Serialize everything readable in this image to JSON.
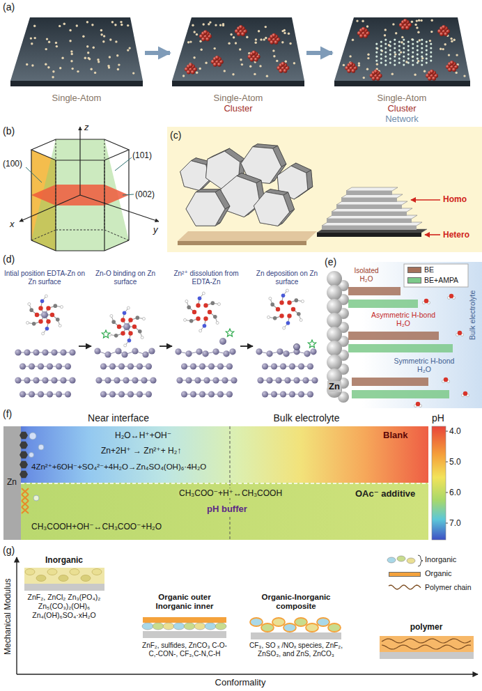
{
  "diagram": {
    "nodes": [
      {
        "text": [
          "Single-Atom"
        ]
      },
      {
        "text": [
          "Single-Atom",
          "Cluster"
        ]
      },
      {
        "text": [
          "Single-Atom",
          "Cluster",
          "Network"
        ]
      },
      {
        "text": [
          "Homo",
          "Hetero"
        ]
      },
      {
        "text": [
          "Intial position EDTA-Zn on Zn surface"
        ]
      },
      {
        "text": [
          "Zn-O binding on Zn surface"
        ]
      },
      {
        "text": [
          "Zn²⁺ dissolution from EDTA-Zn"
        ]
      },
      {
        "text": [
          "Zn deposition on Zn surface"
        ]
      },
      {
        "text": [
          "H₂O↔H⁺+OH⁻",
          "Zn+2H⁺ → Zn²⁺+ H₂↑",
          "4Zn²⁺+6OH⁻+SO₄²⁻+4H₂O→Zn₄SO₄(OH)₆·4H₂O",
          "Blank"
        ]
      },
      {
        "text": [
          "CH₃COO⁻+H⁺↔CH₃COOH",
          "pH buffer",
          "CH₃COOH+OH⁻↔CH₃COO⁻+H₂O",
          "OAc⁻ additive"
        ]
      }
    ],
    "edges": [
      {
        "from": 0,
        "to": 1,
        "arrow": "to"
      },
      {
        "from": 1,
        "to": 2,
        "arrow": "to"
      },
      {
        "from": 4,
        "to": 5,
        "arrow": "to"
      },
      {
        "from": 5,
        "to": 6,
        "arrow": "to"
      },
      {
        "from": 6,
        "to": 7,
        "arrow": "to"
      }
    ],
    "labels": [
      "(a)",
      "(b)",
      "z",
      "x",
      "y",
      "(100)",
      "(101)",
      "(002)",
      "(c)",
      "(d)",
      "(e)",
      "Isolated H₂O",
      "Asymmetric H-bond H₂O",
      "Symmetric H-bond H₂O",
      "Bulk electrolyte",
      "Zn",
      "(f)",
      "Near interface",
      "Bulk electrolyte",
      "pH",
      "4.0",
      "5.0",
      "6.0",
      "7.0",
      "Zn",
      "(g)",
      "Mechanical Modulus",
      "Conformality",
      "Inorganic",
      "ZnF₂, ZnCl₂ Zn₃(PO₄)₂ Zn₅(CO₃)₂(OH)₆ Zn₄(OH)₆SO₄·xH₂O",
      "Organic outer Inorganic inner",
      "ZnF₂, sulfides, ZnCO₃ C-O-C,-CON-, CF₃,C-N,C-H",
      "Organic-Inorganic composite",
      "CF₃, SO ₓ /NOₓ species, ZnF₂, ZnSO₃, and ZnS, ZnCO₃",
      "polymer"
    ],
    "legend": [
      {
        "text": "BE",
        "color": "#a5715a"
      },
      {
        "text": "BE+AMPA",
        "color": "#7cc98a"
      },
      {
        "text": "Inorganic"
      },
      {
        "text": "Organic",
        "color": "#f4a23c"
      },
      {
        "text": "Polymer chain"
      }
    ]
  }
}
